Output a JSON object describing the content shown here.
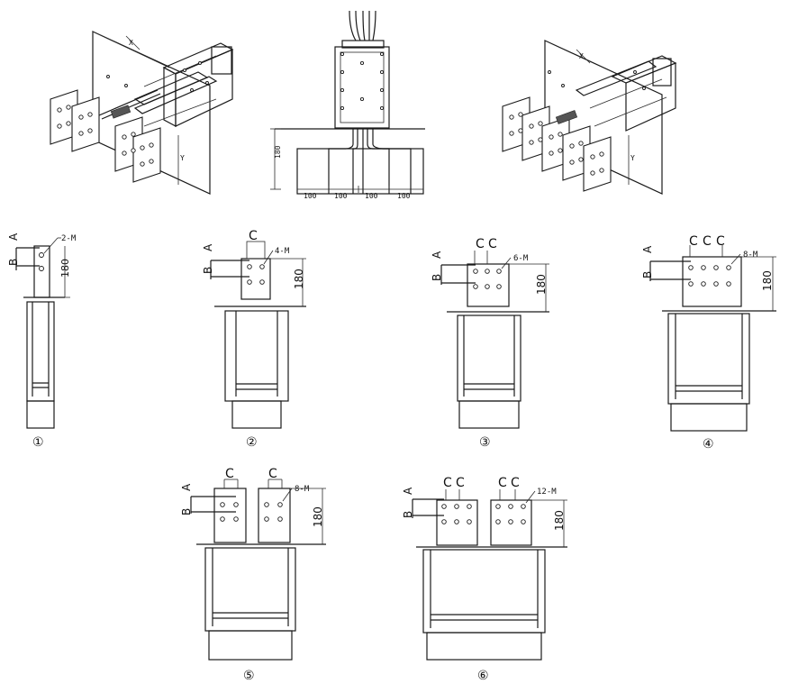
{
  "top_views": {
    "center_dim_vertical": "180",
    "center_dims": [
      "100",
      "100",
      "100",
      "100"
    ],
    "axis_y": "Y",
    "axis_x": "X"
  },
  "details": [
    {
      "num": "①",
      "phase_a": "A",
      "phase_b": "B",
      "c_labels": [],
      "callout": "2-M",
      "height": "180"
    },
    {
      "num": "②",
      "phase_a": "A",
      "phase_b": "B",
      "c_labels": [
        "C"
      ],
      "callout": "4-M",
      "height": "180"
    },
    {
      "num": "③",
      "phase_a": "A",
      "phase_b": "B",
      "c_labels": [
        "C",
        "C"
      ],
      "callout": "6-M",
      "height": "180"
    },
    {
      "num": "④",
      "phase_a": "A",
      "phase_b": "B",
      "c_labels": [
        "C",
        "C",
        "C"
      ],
      "callout": "8-M",
      "height": "180"
    },
    {
      "num": "⑤",
      "phase_a": "A",
      "phase_b": "B",
      "c_labels": [
        "C",
        "C"
      ],
      "callout": "8-M",
      "height": "180"
    },
    {
      "num": "⑥",
      "phase_a": "A",
      "phase_b": "B",
      "c_labels": [
        "C",
        "C",
        "C",
        "C"
      ],
      "callout": "12-M",
      "height": "180"
    }
  ]
}
